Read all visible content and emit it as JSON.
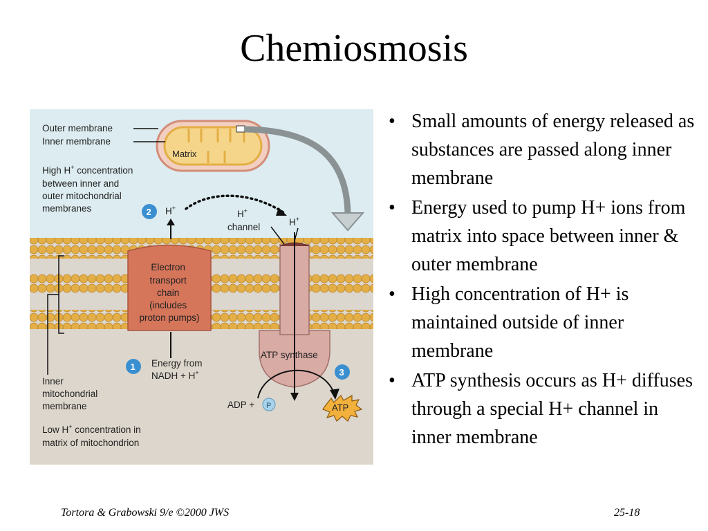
{
  "title": "Chemiosmosis",
  "diagram": {
    "outer_membrane": "Outer membrane",
    "inner_membrane": "Inner membrane",
    "matrix": "Matrix",
    "high_h": [
      "High H",
      "+",
      " concentration",
      "between inner and",
      "outer mitochondrial",
      "membranes"
    ],
    "step1": "1",
    "step2": "2",
    "step3": "3",
    "h_plus_left": [
      "H",
      "+"
    ],
    "h_channel": [
      "H",
      "+",
      "channel"
    ],
    "h_plus_right": [
      "H",
      "+"
    ],
    "etc": [
      "Electron",
      "transport",
      "chain",
      "(includes",
      "proton pumps)"
    ],
    "energy_from": [
      "Energy from",
      "NADH + H",
      "+"
    ],
    "inner_mito": [
      "Inner",
      "mitochondrial",
      "membrane"
    ],
    "low_h": [
      "Low H",
      "+",
      " concentration in",
      "matrix of mitochondrion"
    ],
    "atp_synthase": "ATP synthase",
    "adp": "ADP +",
    "p": "P",
    "atp": "ATP"
  },
  "bullets": [
    "Small amounts of energy released as substances are passed along inner membrane",
    "Energy used to pump H+ ions from matrix into space between inner & outer membrane",
    "High concentration of H+ is maintained outside of inner membrane",
    "ATP synthesis occurs as H+ diffuses through a special H+ channel in inner membrane"
  ],
  "bullet_symbol": "•",
  "footer": {
    "left": "Tortora & Grabowski 9/e ©2000 JWS",
    "right": "25-18"
  },
  "colors": {
    "upper_bg": "#dcecf0",
    "lower_bg": "#ddd6cc",
    "lipid_head": "#e3ae45",
    "etc_fill": "#d5755a",
    "synthase_fill": "#d9aba5",
    "step_circle": "#3a8fd0",
    "atp_fill": "#f2b03c"
  }
}
